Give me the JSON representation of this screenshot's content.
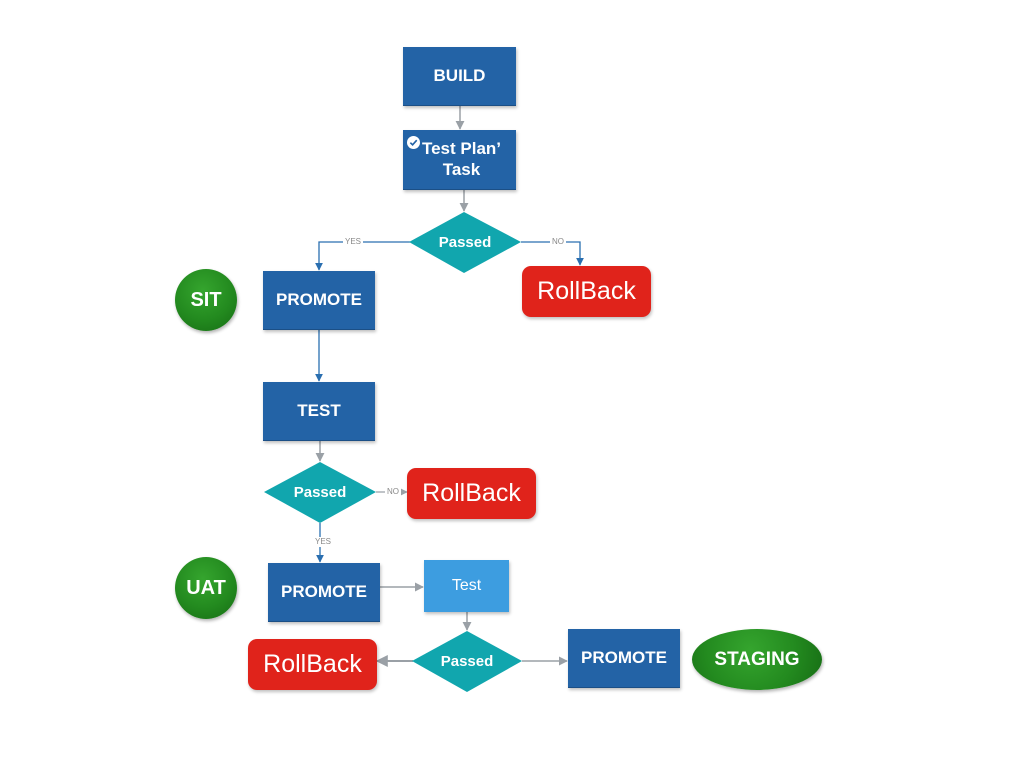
{
  "colors": {
    "process": "#2363a6",
    "process_light": "#3d9de0",
    "decision": "#11a6ae",
    "rollback": "#e0231b",
    "stage": "#238a1f",
    "connector": "#9aa0a6"
  },
  "nodes": {
    "build": "BUILD",
    "test_plan_task": "Test Plan’\nTask",
    "decision1": "Passed",
    "promote_sit": "PROMOTE",
    "rollback1": "RollBack",
    "test": "TEST",
    "decision2": "Passed",
    "rollback2": "RollBack",
    "promote_uat": "PROMOTE",
    "test_uat": "Test",
    "decision3": "Passed",
    "rollback3": "RollBack",
    "promote_staging": "PROMOTE"
  },
  "stages": {
    "sit": "SIT",
    "uat": "UAT",
    "staging": "STAGING"
  },
  "edge_labels": {
    "yes": "YES",
    "no": "NO"
  }
}
